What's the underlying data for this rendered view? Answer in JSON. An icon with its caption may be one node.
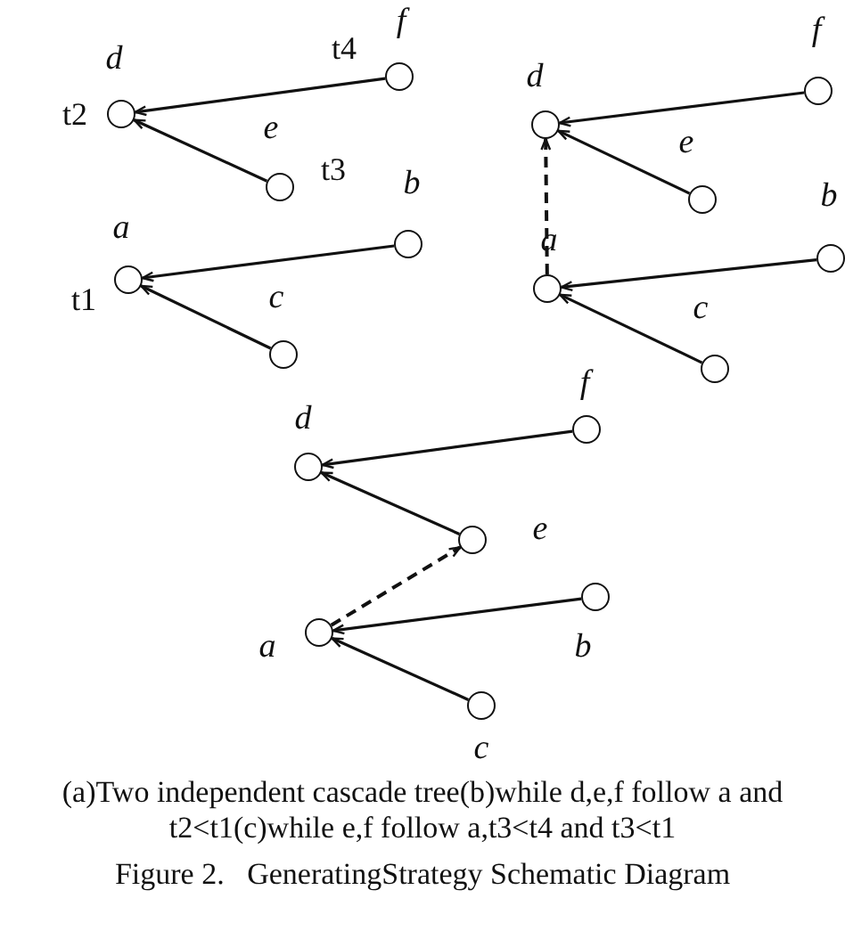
{
  "diagram": {
    "caption": "Figure 2.   GeneratingStrategy Schematic Diagram",
    "nodes": [
      {
        "text": [
          "d"
        ],
        "beside": [
          "t2"
        ]
      },
      {
        "text": [
          "f"
        ],
        "beside": [
          "t4"
        ]
      },
      {
        "text": [
          "e"
        ],
        "beside": [
          "t3"
        ]
      },
      {
        "text": [
          "a"
        ],
        "beside": [
          "t1"
        ]
      },
      {
        "text": [
          "b"
        ]
      },
      {
        "text": [
          "c"
        ]
      },
      {
        "text": [
          "d"
        ]
      },
      {
        "text": [
          "f"
        ]
      },
      {
        "text": [
          "e"
        ]
      },
      {
        "text": [
          "a"
        ]
      },
      {
        "text": [
          "b"
        ]
      },
      {
        "text": [
          "c"
        ]
      },
      {
        "text": [
          "d"
        ]
      },
      {
        "text": [
          "f"
        ]
      },
      {
        "text": [
          "e"
        ]
      },
      {
        "text": [
          "a"
        ]
      },
      {
        "text": [
          "b"
        ]
      },
      {
        "text": [
          "c"
        ]
      }
    ],
    "edges": [
      {
        "from": 1,
        "to": 0,
        "arrow": "to"
      },
      {
        "from": 2,
        "to": 0,
        "arrow": "to"
      },
      {
        "from": 4,
        "to": 3,
        "arrow": "to"
      },
      {
        "from": 5,
        "to": 3,
        "arrow": "to"
      },
      {
        "from": 7,
        "to": 6,
        "arrow": "to"
      },
      {
        "from": 8,
        "to": 6,
        "arrow": "to"
      },
      {
        "from": 10,
        "to": 9,
        "arrow": "to"
      },
      {
        "from": 11,
        "to": 9,
        "arrow": "to"
      },
      {
        "from": 9,
        "to": 6,
        "arrow": "to",
        "style": "dashed"
      },
      {
        "from": 13,
        "to": 12,
        "arrow": "to"
      },
      {
        "from": 14,
        "to": 12,
        "arrow": "to"
      },
      {
        "from": 16,
        "to": 15,
        "arrow": "to"
      },
      {
        "from": 17,
        "to": 15,
        "arrow": "to"
      },
      {
        "from": 15,
        "to": 14,
        "arrow": "to",
        "style": "dashed"
      }
    ],
    "labels": [
      "(a)Two independent cascade tree(b)while d,e,f follow a and t2<t1(c)while e,f follow a,t3<t4 and t3<t1"
    ]
  }
}
